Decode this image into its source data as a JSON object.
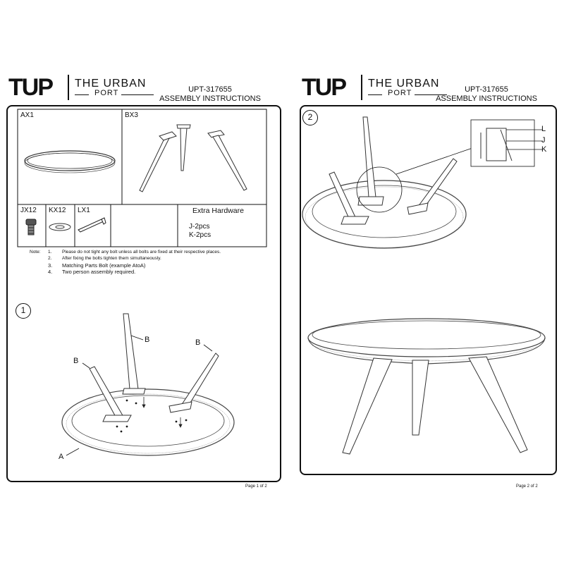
{
  "brand": {
    "mark": "TUP",
    "name_line1": "THE URBAN",
    "name_line2": "PORT"
  },
  "pages": [
    {
      "code": "UPT-317655",
      "title": "ASSEMBLY INSTRUCTIONS",
      "parts": [
        {
          "id": "AX1",
          "label": "AX1"
        },
        {
          "id": "BX3",
          "label": "BX3"
        },
        {
          "id": "JX12",
          "label": "JX12"
        },
        {
          "id": "KX12",
          "label": "KX12"
        },
        {
          "id": "LX1",
          "label": "LX1"
        }
      ],
      "extra_hardware": {
        "heading": "Extra Hardware",
        "items": [
          "J-2pcs",
          "K-2pcs"
        ]
      },
      "notes_label": "Note:",
      "notes": [
        {
          "num": "1.",
          "text": "Please do not tight any bolt unless all bolts are fixed at their respective places."
        },
        {
          "num": "2.",
          "text": "After fixing the bolts tighten them simultaneously."
        },
        {
          "num": "3.",
          "text": "Matching Parts Bolt (example AtoA)"
        },
        {
          "num": "4.",
          "text": "Two person assembly required."
        }
      ],
      "step": "1",
      "callouts": [
        "B",
        "B",
        "B",
        "A"
      ],
      "page_number": "Page 1 of 2"
    },
    {
      "code": "UPT-317655",
      "title": "ASSEMBLY INSTRUCTIONS",
      "step": "2",
      "callouts": [
        "L",
        "J",
        "K"
      ],
      "page_number": "Page 2 of 2"
    }
  ]
}
